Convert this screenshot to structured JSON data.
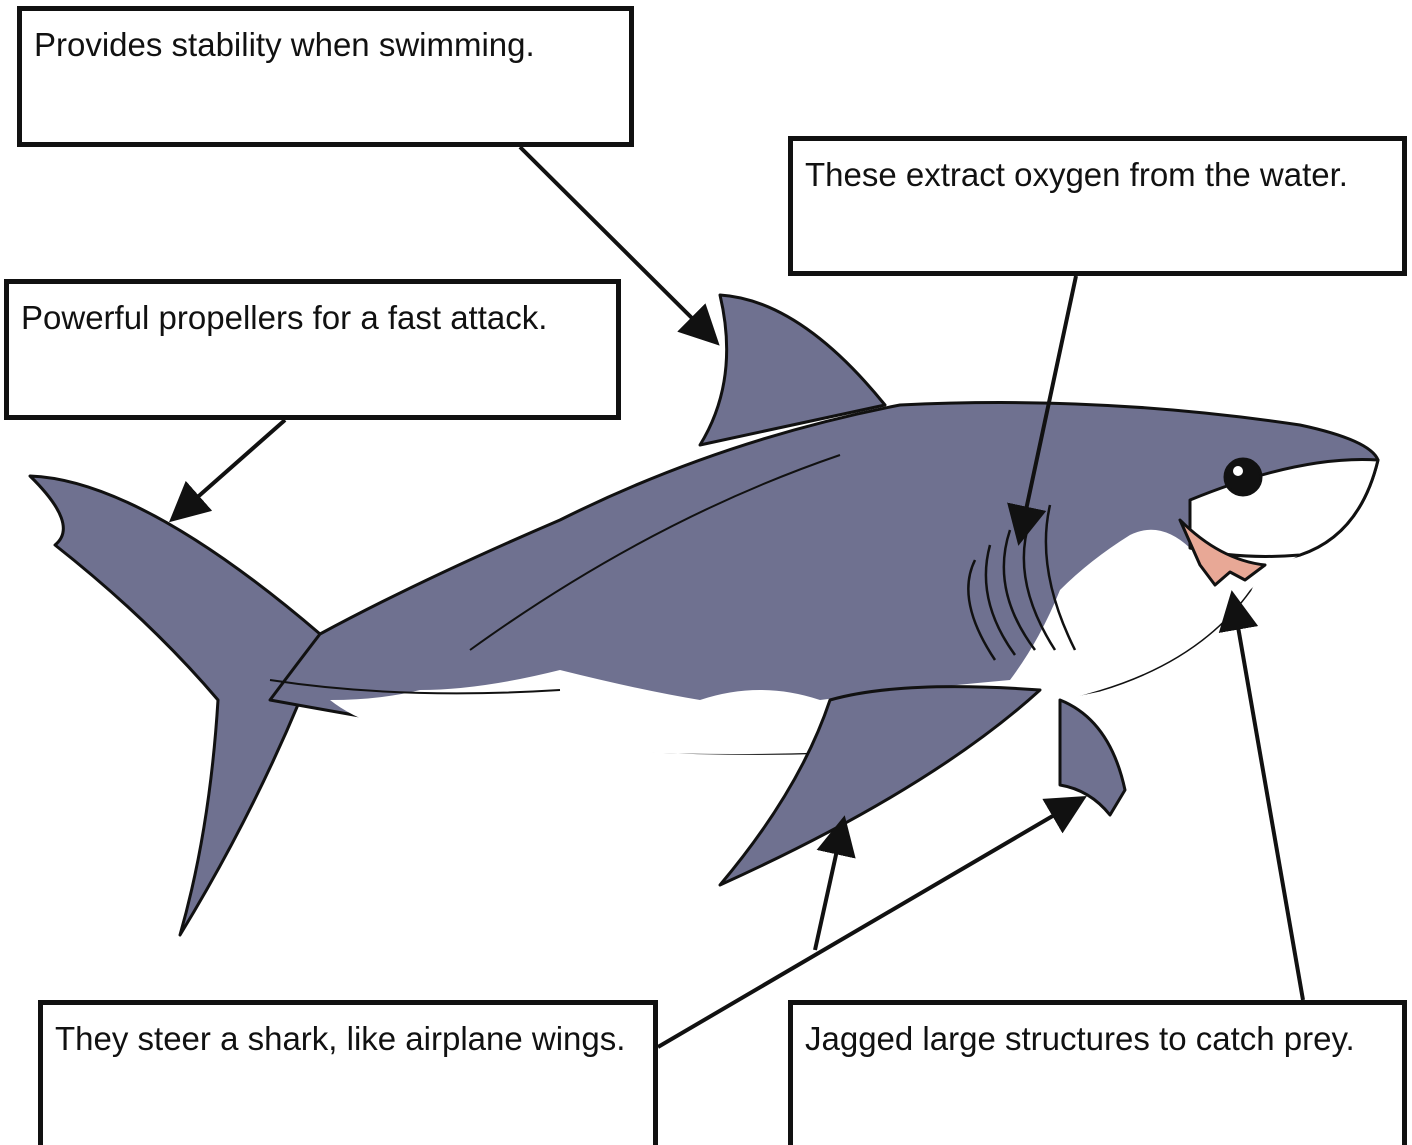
{
  "labels": {
    "dorsal_fin": "Provides stability when swimming.",
    "gills": "These extract oxygen from the water.",
    "tail_fin": "Powerful propellers for a fast attack.",
    "pectoral_fins": "They steer a shark, like airplane wings.",
    "teeth": "Jagged large structures to catch prey."
  },
  "colors": {
    "shark_body": "#6f7190",
    "shark_dark": "#5a5c7a",
    "belly": "#ffffff",
    "mouth": "#e8a896",
    "outline": "#111111"
  }
}
